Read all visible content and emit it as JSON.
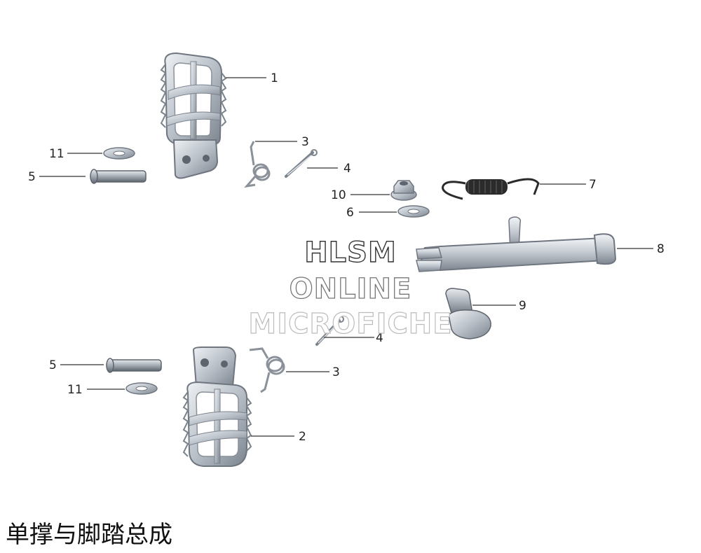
{
  "title": "单撑与脚踏总成",
  "watermark": {
    "line1": "HLSM",
    "line2": "ONLINE",
    "line3": "MICROFICHE"
  },
  "callouts": [
    {
      "id": "c1",
      "label": "1"
    },
    {
      "id": "c2",
      "label": "2"
    },
    {
      "id": "c3a",
      "label": "3"
    },
    {
      "id": "c3b",
      "label": "3"
    },
    {
      "id": "c4a",
      "label": "4"
    },
    {
      "id": "c4b",
      "label": "4"
    },
    {
      "id": "c5a",
      "label": "5"
    },
    {
      "id": "c5b",
      "label": "5"
    },
    {
      "id": "c6",
      "label": "6"
    },
    {
      "id": "c7",
      "label": "7"
    },
    {
      "id": "c8",
      "label": "8"
    },
    {
      "id": "c9",
      "label": "9"
    },
    {
      "id": "c10",
      "label": "10"
    },
    {
      "id": "c11a",
      "label": "11"
    },
    {
      "id": "c11b",
      "label": "11"
    }
  ],
  "colors": {
    "metal_light": "#d9dde2",
    "metal_mid": "#a9b0b8",
    "metal_dark": "#6f7680",
    "spring": "#2b2b2b",
    "leader": "#333333"
  }
}
